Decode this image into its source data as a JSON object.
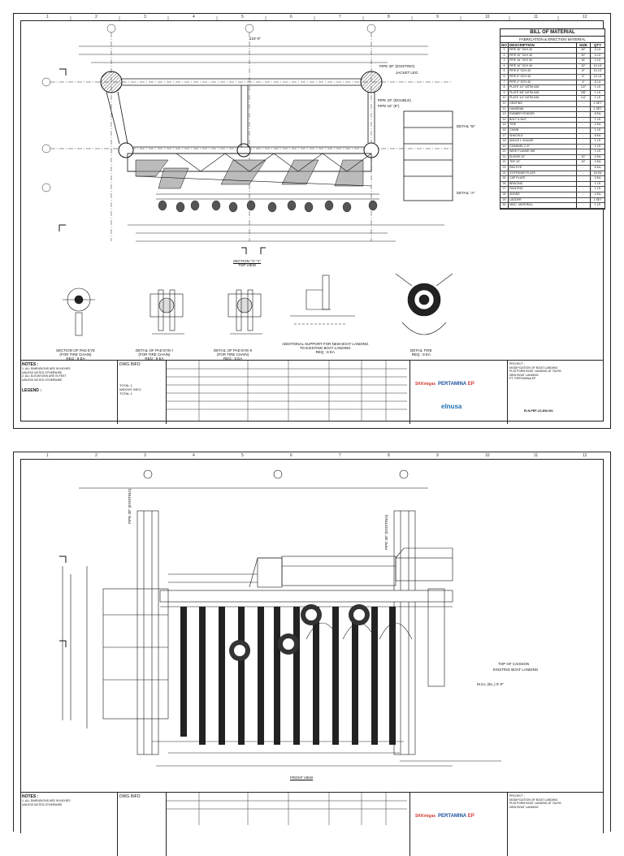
{
  "sheet_a": {
    "bom_title": "BILL OF MATERIAL",
    "bom_subtitle": "FABRICATION & ERECTION MATERIAL",
    "bom_headers": [
      "NO",
      "DESCRIPTION",
      "SIZE",
      "QTY"
    ],
    "bom_rows": [
      [
        "1",
        "PIPE 30\" SCH 40",
        "30\"",
        "4 LG"
      ],
      [
        "2",
        "PIPE 20\" SCH 40",
        "20\"",
        "3 LG"
      ],
      [
        "3",
        "PIPE 16\" SCH 40",
        "16\"",
        "2 LG"
      ],
      [
        "4",
        "PIPE 10\" SCH 40",
        "10\"",
        "14 LG"
      ],
      [
        "5",
        "PIPE 8\" SCH 40",
        "8\"",
        "10 LG"
      ],
      [
        "6",
        "PIPE 6\" SCH 40",
        "6\"",
        "12 LG"
      ],
      [
        "7",
        "PIPE 4\" SCH 40",
        "4\"",
        "8 LG"
      ],
      [
        "8",
        "PLATE 1/2\" ASTM A36",
        "1/2\"",
        "1 LS"
      ],
      [
        "9",
        "PLATE 3/8\" ASTM A36",
        "3/8\"",
        "1 LS"
      ],
      [
        "10",
        "PLATE 1/4\" ASTM A36",
        "1/4\"",
        "1 LS"
      ],
      [
        "11",
        "GRATING",
        "-",
        "2 SET"
      ],
      [
        "12",
        "HANDRAIL",
        "-",
        "1 SET"
      ],
      [
        "13",
        "RUBBER FENDER",
        "-",
        "8 EA"
      ],
      [
        "14",
        "BOLT & NUT",
        "-",
        "1 LS"
      ],
      [
        "15",
        "TIRE",
        "-",
        "4 EA"
      ],
      [
        "16",
        "CHAIN",
        "-",
        "1 LS"
      ],
      [
        "17",
        "SHACKLE",
        "-",
        "8 EA"
      ],
      [
        "18",
        "ANGLE L 4x4x3/8\"",
        "-",
        "1 LS"
      ],
      [
        "19",
        "CHANNEL C 6\"",
        "-",
        "1 LS"
      ],
      [
        "20",
        "WIDE FLANGE W8",
        "-",
        "1 LS"
      ],
      [
        "21",
        "ELBOW 10\"",
        "10\"",
        "4 EA"
      ],
      [
        "22",
        "TEE 10\"",
        "10\"",
        "4 EA"
      ],
      [
        "23",
        "PAD EYE",
        "-",
        "8 EA"
      ],
      [
        "24",
        "STIFFENER PLATE",
        "-",
        "16 EA"
      ],
      [
        "25",
        "CAP PLATE",
        "-",
        "4 EA"
      ],
      [
        "26",
        "BRACING",
        "-",
        "1 LS"
      ],
      [
        "27",
        "PAINTING",
        "-",
        "1 LS"
      ],
      [
        "28",
        "ANODE",
        "-",
        "4 EA"
      ],
      [
        "29",
        "LADDER",
        "-",
        "1 SET"
      ],
      [
        "30",
        "MISC. MATERIAL",
        "-",
        "1 LS"
      ]
    ],
    "section_caption": "SECTION \"1\"-\"1\"",
    "section_sub": "TOP VIEW",
    "detail_captions": [
      {
        "title": "SECTION OF PAD EYE",
        "sub": "(FOR TIRE CHAIN)",
        "req": "REQ : 8 EA"
      },
      {
        "title": "DETAIL OF PAD EYE-I",
        "sub": "(FOR TIRE CHAIN)",
        "req": "REQ : 8 EA"
      },
      {
        "title": "DETAIL OF PAD EYE-II",
        "sub": "(FOR TIRE CHAIN)",
        "req": "REQ : 8 EA"
      },
      {
        "title": "ADDITIONAL SUPPORT FOR NEW BOAT LANDING",
        "sub": "TO EXISTING BOAT LANDING",
        "req": "REQ : 8 EA"
      },
      {
        "title": "DETAIL TIRE",
        "sub": "",
        "req": "REQ : 8 EA"
      }
    ],
    "labels": {
      "pipe30_existing": "PIPE 30\" (EXISTING)",
      "jacket_leg": "JACKET LEG",
      "pipe20": "PIPE 20\" (DOUBLE)",
      "pipe16": "PIPE 16\" (8\")",
      "detail_b": "DETAIL \"B\"",
      "detail_a": "DETAIL \"A\"",
      "dim_total": "218'-0\""
    }
  },
  "sheet_b": {
    "front_caption": "FRONT VIEW",
    "labels": {
      "pipe30": "PIPE 30\" (EXISTING)",
      "top_caisson": "TOP OF CAISSON",
      "existing_boat": "EXISTING BOAT LANDING",
      "msl": "M.S.L (EL.) 0'-0\""
    }
  },
  "title_block": {
    "notes_label": "NOTES :",
    "notes_lines": [
      "1. ALL DIMENSIONS ARE IN INCHES",
      "   UNLESS NOTED OTHERWISE",
      "2. ALL ELEVATIONS ARE IN FEET",
      "   UNLESS NOTED OTHERWISE"
    ],
    "legend_label": "LEGEND :",
    "dwg_info": "DWG INFO",
    "total_1": "TOTAL 1",
    "total_2": "TOTAL 1",
    "weight_info": "WEIGHT INFO",
    "skk": "SKKmigas",
    "pertamina": "PERTAMINA",
    "pertamina_ep": "EP",
    "elnusa": "elnusa",
    "project_label": "PROJECT :",
    "project_lines": [
      "MODIFICATION OF BOAT LANDING",
      "PLATFORM BOAT LANDING AT TALPA",
      "NEW BOAT LANDING",
      "PT. PERTAMINA EP"
    ],
    "drawing_no": "ELN-PEP-LD-DW-001"
  }
}
